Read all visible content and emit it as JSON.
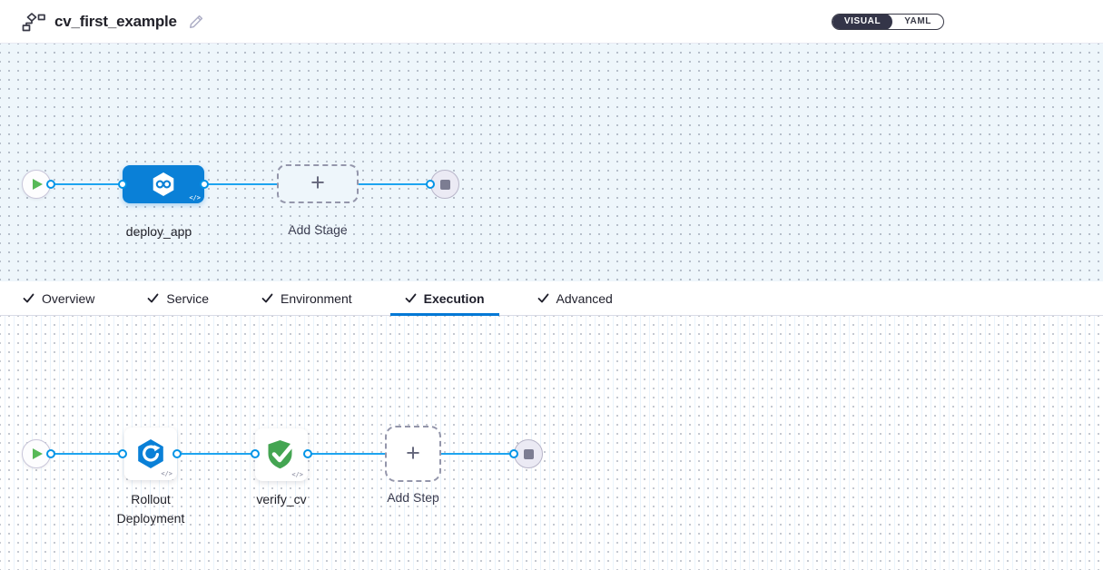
{
  "header": {
    "title": "cv_first_example",
    "view_toggle": {
      "visual_label": "VISUAL",
      "yaml_label": "YAML"
    }
  },
  "stage_canvas": {
    "stage_label": "deploy_app",
    "add_stage_label": "Add Stage",
    "plus": "+",
    "code_glyph": "</>"
  },
  "tabs": [
    {
      "label": "Overview",
      "active": false
    },
    {
      "label": "Service",
      "active": false
    },
    {
      "label": "Environment",
      "active": false
    },
    {
      "label": "Execution",
      "active": true
    },
    {
      "label": "Advanced",
      "active": false
    }
  ],
  "step_canvas": {
    "steps": [
      {
        "label": "Rollout Deployment",
        "icon": "rollout-deployment-icon"
      },
      {
        "label": "verify_cv",
        "icon": "verify-shield-icon"
      }
    ],
    "add_step_label": "Add Step",
    "plus": "+",
    "code_glyph": "</>"
  },
  "colors": {
    "accent_blue": "#0278d5",
    "connector_blue": "#1da4f0",
    "stage_node_blue": "#0a80d7",
    "success_green": "#44a552",
    "play_green": "#57b957",
    "toggle_dark": "#343548",
    "stage_canvas_bg": "#eef6fb"
  }
}
